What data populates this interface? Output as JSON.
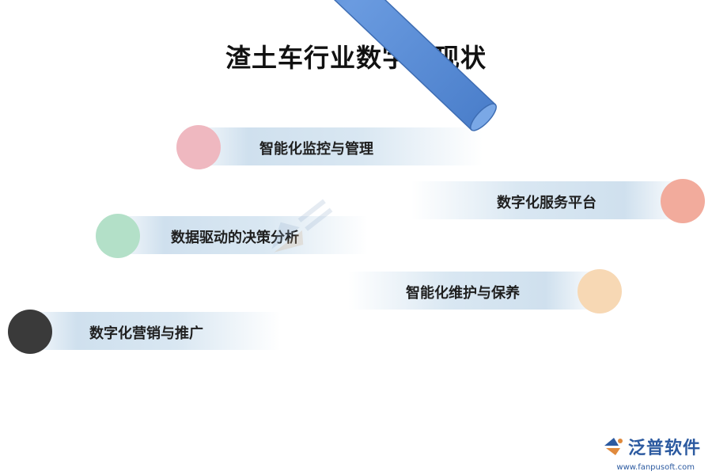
{
  "title": "渣土车行业数字化现状",
  "items": [
    {
      "label": "智能化监控与管理",
      "color": "#efb8c0"
    },
    {
      "label": "数字化服务平台",
      "color": "#f2ab9c"
    },
    {
      "label": "数据驱动的决策分析",
      "color": "#b3e0c8"
    },
    {
      "label": "智能化维护与保养",
      "color": "#f7d8b4"
    },
    {
      "label": "数字化营销与推广",
      "color": "#3a3a3a"
    }
  ],
  "logo": {
    "name": "泛普软件",
    "url": "www.fanpusoft.com"
  },
  "pencil_color": "#5b8fd6"
}
